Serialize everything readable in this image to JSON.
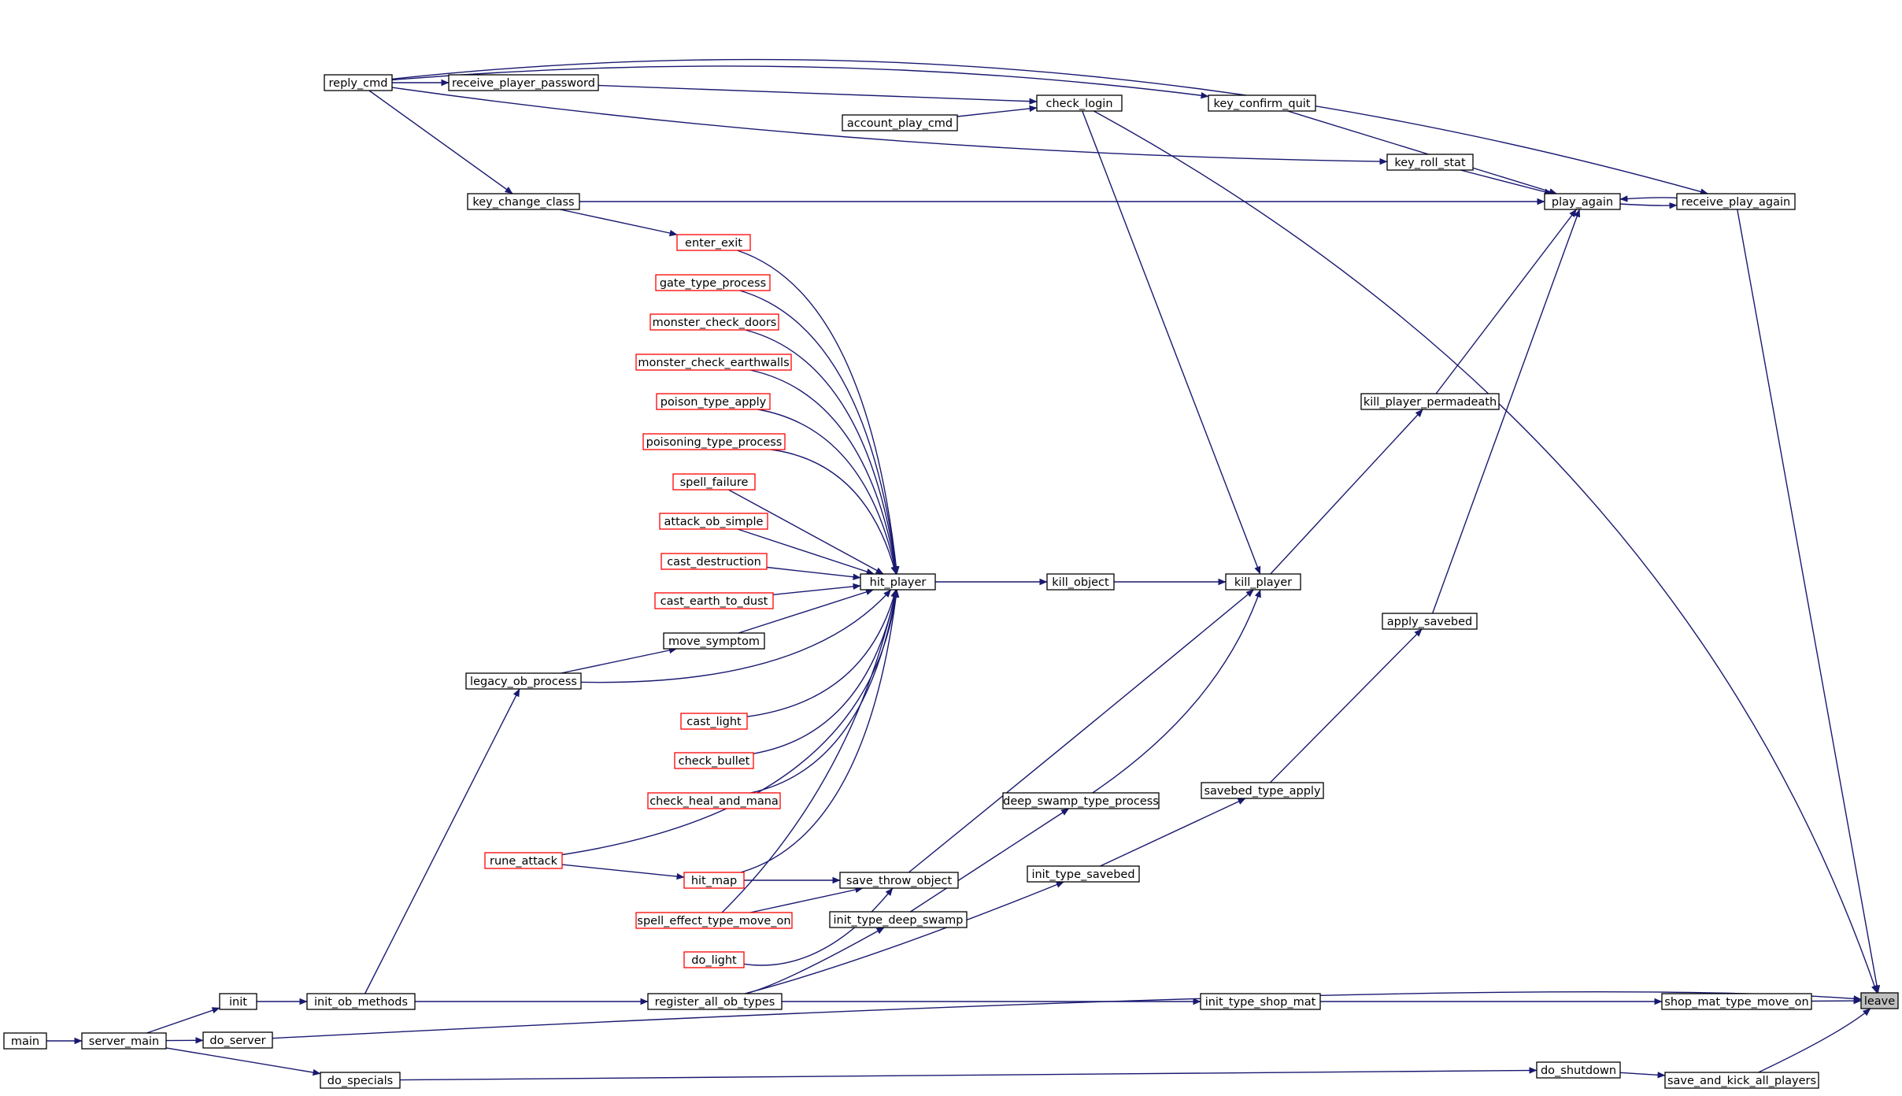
{
  "graph": {
    "colors": {
      "edge": "#191970",
      "node_border": "#000000",
      "node_border_truncated": "#ff0000",
      "highlight_fill": "#bfbfbf"
    },
    "nodes": [
      {
        "id": "leave",
        "label": "leave",
        "style": "highlight"
      },
      {
        "id": "reply_cmd",
        "label": "reply_cmd",
        "style": "normal"
      },
      {
        "id": "receive_player_password",
        "label": "receive_player_password",
        "style": "normal"
      },
      {
        "id": "account_play_cmd",
        "label": "account_play_cmd",
        "style": "normal"
      },
      {
        "id": "check_login",
        "label": "check_login",
        "style": "normal"
      },
      {
        "id": "key_confirm_quit",
        "label": "key_confirm_quit",
        "style": "normal"
      },
      {
        "id": "key_roll_stat",
        "label": "key_roll_stat",
        "style": "normal"
      },
      {
        "id": "key_change_class",
        "label": "key_change_class",
        "style": "normal"
      },
      {
        "id": "play_again",
        "label": "play_again",
        "style": "normal"
      },
      {
        "id": "receive_play_again",
        "label": "receive_play_again",
        "style": "normal"
      },
      {
        "id": "enter_exit",
        "label": "enter_exit",
        "style": "truncated"
      },
      {
        "id": "gate_type_process",
        "label": "gate_type_process",
        "style": "truncated"
      },
      {
        "id": "monster_check_doors",
        "label": "monster_check_doors",
        "style": "truncated"
      },
      {
        "id": "monster_check_earthwalls",
        "label": "monster_check_earthwalls",
        "style": "truncated"
      },
      {
        "id": "poison_type_apply",
        "label": "poison_type_apply",
        "style": "truncated"
      },
      {
        "id": "poisoning_type_process",
        "label": "poisoning_type_process",
        "style": "truncated"
      },
      {
        "id": "spell_failure",
        "label": "spell_failure",
        "style": "truncated"
      },
      {
        "id": "attack_ob_simple",
        "label": "attack_ob_simple",
        "style": "truncated"
      },
      {
        "id": "cast_destruction",
        "label": "cast_destruction",
        "style": "truncated"
      },
      {
        "id": "cast_earth_to_dust",
        "label": "cast_earth_to_dust",
        "style": "truncated"
      },
      {
        "id": "move_symptom",
        "label": "move_symptom",
        "style": "normal"
      },
      {
        "id": "legacy_ob_process",
        "label": "legacy_ob_process",
        "style": "normal"
      },
      {
        "id": "cast_light",
        "label": "cast_light",
        "style": "truncated"
      },
      {
        "id": "check_bullet",
        "label": "check_bullet",
        "style": "truncated"
      },
      {
        "id": "check_heal_and_mana",
        "label": "check_heal_and_mana",
        "style": "truncated"
      },
      {
        "id": "rune_attack",
        "label": "rune_attack",
        "style": "truncated"
      },
      {
        "id": "hit_map",
        "label": "hit_map",
        "style": "truncated"
      },
      {
        "id": "spell_effect_type_move_on",
        "label": "spell_effect_type_move_on",
        "style": "truncated"
      },
      {
        "id": "do_light",
        "label": "do_light",
        "style": "truncated"
      },
      {
        "id": "hit_player",
        "label": "hit_player",
        "style": "normal"
      },
      {
        "id": "kill_object",
        "label": "kill_object",
        "style": "normal"
      },
      {
        "id": "kill_player",
        "label": "kill_player",
        "style": "normal"
      },
      {
        "id": "kill_player_permadeath",
        "label": "kill_player_permadeath",
        "style": "normal"
      },
      {
        "id": "apply_savebed",
        "label": "apply_savebed",
        "style": "normal"
      },
      {
        "id": "save_throw_object",
        "label": "save_throw_object",
        "style": "normal"
      },
      {
        "id": "deep_swamp_type_process",
        "label": "deep_swamp_type_process",
        "style": "normal"
      },
      {
        "id": "savebed_type_apply",
        "label": "savebed_type_apply",
        "style": "normal"
      },
      {
        "id": "init_type_savebed",
        "label": "init_type_savebed",
        "style": "normal"
      },
      {
        "id": "init_type_deep_swamp",
        "label": "init_type_deep_swamp",
        "style": "normal"
      },
      {
        "id": "main",
        "label": "main",
        "style": "normal"
      },
      {
        "id": "server_main",
        "label": "server_main",
        "style": "normal"
      },
      {
        "id": "init",
        "label": "init",
        "style": "normal"
      },
      {
        "id": "init_ob_methods",
        "label": "init_ob_methods",
        "style": "normal"
      },
      {
        "id": "register_all_ob_types",
        "label": "register_all_ob_types",
        "style": "normal"
      },
      {
        "id": "init_type_shop_mat",
        "label": "init_type_shop_mat",
        "style": "normal"
      },
      {
        "id": "shop_mat_type_move_on",
        "label": "shop_mat_type_move_on",
        "style": "normal"
      },
      {
        "id": "do_server",
        "label": "do_server",
        "style": "normal"
      },
      {
        "id": "do_specials",
        "label": "do_specials",
        "style": "normal"
      },
      {
        "id": "do_shutdown",
        "label": "do_shutdown",
        "style": "normal"
      },
      {
        "id": "save_and_kick_all_players",
        "label": "save_and_kick_all_players",
        "style": "normal"
      }
    ],
    "edges": [
      [
        "reply_cmd",
        "receive_player_password"
      ],
      [
        "receive_player_password",
        "check_login"
      ],
      [
        "account_play_cmd",
        "check_login"
      ],
      [
        "reply_cmd",
        "key_change_class"
      ],
      [
        "reply_cmd",
        "key_confirm_quit"
      ],
      [
        "reply_cmd",
        "key_roll_stat"
      ],
      [
        "reply_cmd",
        "receive_play_again"
      ],
      [
        "check_login",
        "leave"
      ],
      [
        "key_confirm_quit",
        "play_again"
      ],
      [
        "key_roll_stat",
        "play_again"
      ],
      [
        "key_change_class",
        "play_again"
      ],
      [
        "key_change_class",
        "enter_exit"
      ],
      [
        "receive_play_again",
        "play_again"
      ],
      [
        "play_again",
        "receive_play_again"
      ],
      [
        "receive_play_again",
        "leave"
      ],
      [
        "kill_player_permadeath",
        "play_again"
      ],
      [
        "apply_savebed",
        "play_again"
      ],
      [
        "enter_exit",
        "hit_player"
      ],
      [
        "gate_type_process",
        "hit_player"
      ],
      [
        "monster_check_doors",
        "hit_player"
      ],
      [
        "monster_check_earthwalls",
        "hit_player"
      ],
      [
        "poison_type_apply",
        "hit_player"
      ],
      [
        "poisoning_type_process",
        "hit_player"
      ],
      [
        "spell_failure",
        "hit_player"
      ],
      [
        "attack_ob_simple",
        "hit_player"
      ],
      [
        "cast_destruction",
        "hit_player"
      ],
      [
        "cast_earth_to_dust",
        "hit_player"
      ],
      [
        "move_symptom",
        "hit_player"
      ],
      [
        "legacy_ob_process",
        "move_symptom"
      ],
      [
        "legacy_ob_process",
        "hit_player"
      ],
      [
        "cast_light",
        "hit_player"
      ],
      [
        "check_bullet",
        "hit_player"
      ],
      [
        "check_heal_and_mana",
        "hit_player"
      ],
      [
        "rune_attack",
        "hit_player"
      ],
      [
        "rune_attack",
        "hit_map"
      ],
      [
        "hit_map",
        "hit_player"
      ],
      [
        "spell_effect_type_move_on",
        "hit_player"
      ],
      [
        "hit_map",
        "save_throw_object"
      ],
      [
        "spell_effect_type_move_on",
        "save_throw_object"
      ],
      [
        "do_light",
        "save_throw_object"
      ],
      [
        "hit_player",
        "kill_object"
      ],
      [
        "kill_object",
        "kill_player"
      ],
      [
        "check_login",
        "kill_player"
      ],
      [
        "save_throw_object",
        "kill_player"
      ],
      [
        "deep_swamp_type_process",
        "kill_player"
      ],
      [
        "kill_player",
        "kill_player_permadeath"
      ],
      [
        "savebed_type_apply",
        "apply_savebed"
      ],
      [
        "init_type_savebed",
        "savebed_type_apply"
      ],
      [
        "init_type_deep_swamp",
        "deep_swamp_type_process"
      ],
      [
        "register_all_ob_types",
        "init_type_deep_swamp"
      ],
      [
        "register_all_ob_types",
        "init_type_savebed"
      ],
      [
        "register_all_ob_types",
        "init_type_shop_mat"
      ],
      [
        "init_type_shop_mat",
        "shop_mat_type_move_on"
      ],
      [
        "shop_mat_type_move_on",
        "leave"
      ],
      [
        "main",
        "server_main"
      ],
      [
        "server_main",
        "init"
      ],
      [
        "server_main",
        "do_server"
      ],
      [
        "server_main",
        "do_specials"
      ],
      [
        "init",
        "init_ob_methods"
      ],
      [
        "init_ob_methods",
        "register_all_ob_types"
      ],
      [
        "init_ob_methods",
        "legacy_ob_process"
      ],
      [
        "do_server",
        "leave"
      ],
      [
        "do_specials",
        "do_shutdown"
      ],
      [
        "do_shutdown",
        "save_and_kick_all_players"
      ],
      [
        "save_and_kick_all_players",
        "leave"
      ]
    ]
  }
}
